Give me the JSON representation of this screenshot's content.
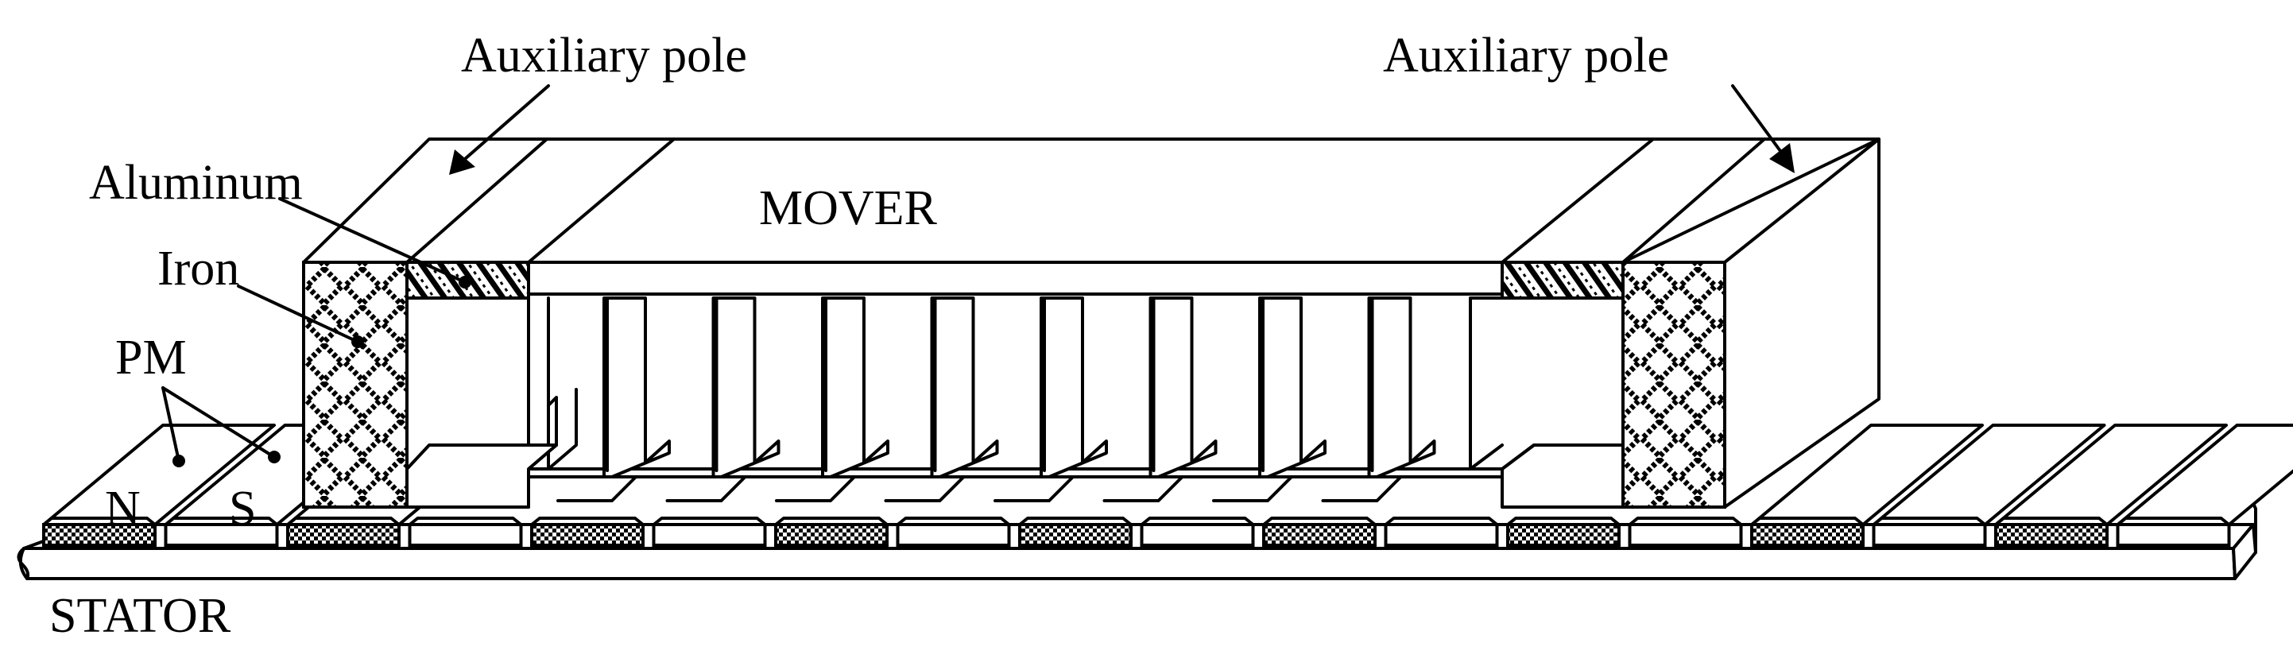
{
  "labels": {
    "aux_pole_left": "Auxiliary pole",
    "aux_pole_right": "Auxiliary pole",
    "aluminum": "Aluminum",
    "iron": "Iron",
    "pm": "PM",
    "north": "N",
    "south": "S",
    "mover": "MOVER",
    "stator": "STATOR"
  },
  "colors": {
    "line": "#000000",
    "background": "#ffffff"
  }
}
